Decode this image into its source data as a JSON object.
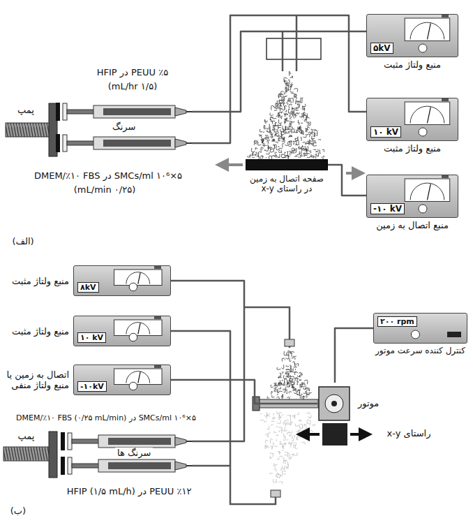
{
  "diagram": {
    "nodes": [
      {
        "text": [
          "۵kV",
          "منبع ولتاژ مثبت"
        ]
      },
      {
        "text": [
          "۱۰ kV",
          "منبع ولتاژ مثبت"
        ]
      },
      {
        "text": [
          "-۱۰ kV",
          "منبع اتصال به زمین"
        ]
      },
      {
        "text": [
          "سرنگ"
        ]
      },
      {
        "text": [
          "صفحه اتصال به زمین در راستای x-y"
        ]
      },
      {
        "text": [
          "۸kV",
          "منبع ولتاژ مثبت"
        ]
      },
      {
        "text": [
          "۱۰ kV",
          "منبع ولتاژ مثبت"
        ]
      },
      {
        "text": [
          "-۱۰kV",
          "اتصال به زمین یا منبع ولتاژ منفی"
        ]
      },
      {
        "text": [
          "۲۰۰ rpm",
          "کنترل کننده سرعت موتور"
        ]
      },
      {
        "text": [
          "موتور"
        ]
      },
      {
        "text": [
          "سرنگ ها"
        ]
      }
    ],
    "edges": [
      {
        "from": 0,
        "to": 3,
        "arrow": "none"
      },
      {
        "from": 1,
        "to": 3,
        "arrow": "none"
      },
      {
        "from": 2,
        "to": 4,
        "arrow": "none"
      },
      {
        "from": 5,
        "to": 10,
        "arrow": "none"
      },
      {
        "from": 6,
        "to": 10,
        "arrow": "none"
      },
      {
        "from": 7,
        "to": 9,
        "arrow": "none"
      },
      {
        "from": 8,
        "to": 9,
        "arrow": "none"
      }
    ],
    "labels": [
      "٪۵ PEUU در HFIP",
      "(۱/۵ mL/hr)",
      "پمپ",
      "۵×۱۰⁶ SMCs/ml در DMEM/٪۱۰ FBS",
      "(۰/۲۵ mL/min)",
      "(الف)",
      "۵×۱۰⁶ SMCs/ml در DMEM/٪۱۰ FBS (۰/۲۵ mL/min)",
      "پمپ",
      "٪۱۲ PEUU در HFIP (۱/۵ mL/h)",
      "راستای x-y",
      "(ب)"
    ]
  }
}
